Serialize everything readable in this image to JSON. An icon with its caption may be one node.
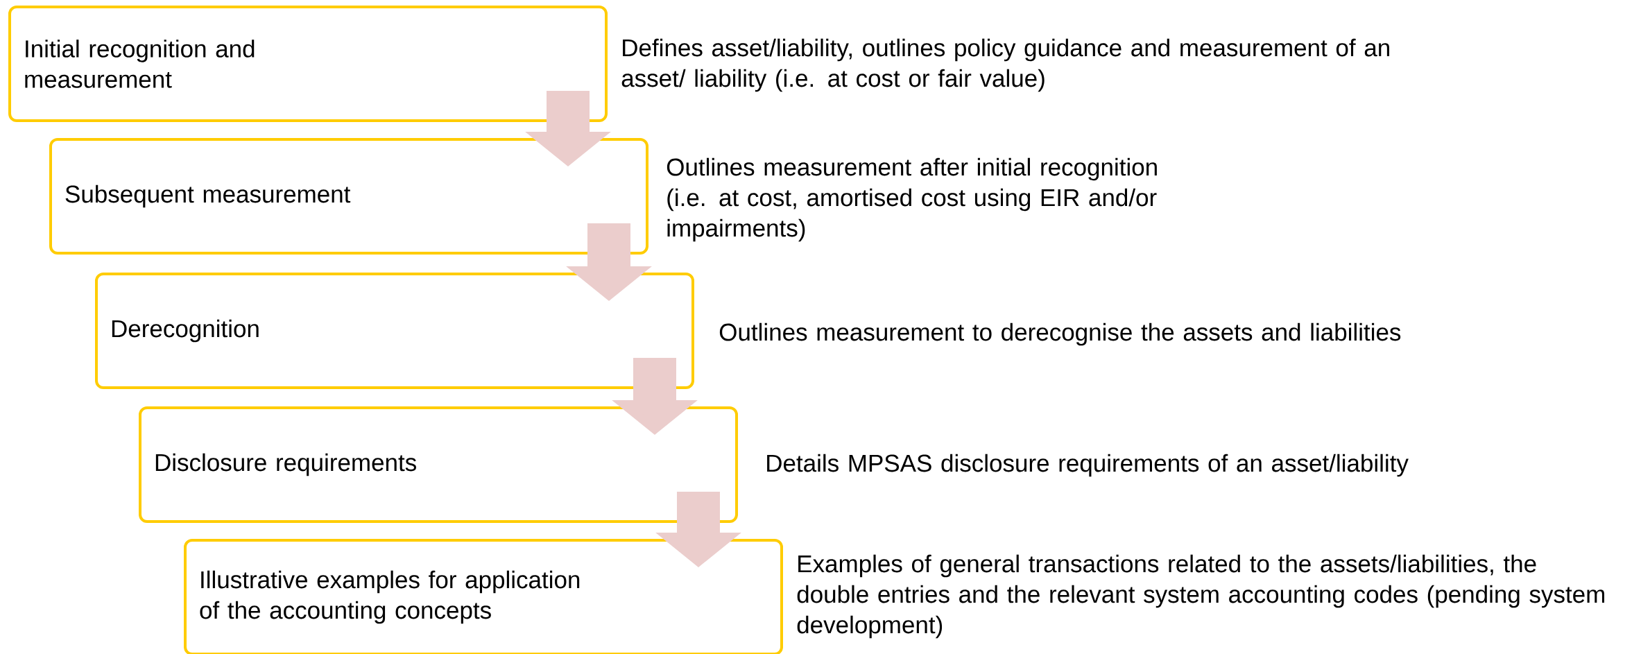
{
  "diagram": {
    "nodes": [
      {
        "text": [
          "Initial recognition and measurement"
        ],
        "beside": [
          "Defines asset/liability, outlines policy guidance and measurement of an asset/ liability  (i.e. at cost or fair value)"
        ]
      },
      {
        "text": [
          "Subsequent measurement"
        ],
        "beside": [
          "Outlines measurement after initial recognition (i.e. at cost, amortised cost using EIR and/or impairments)"
        ]
      },
      {
        "text": [
          "Derecognition"
        ],
        "beside": [
          "Outlines measurement to derecognise the assets and liabilities"
        ]
      },
      {
        "text": [
          "Disclosure requirements"
        ],
        "beside": [
          "Details MPSAS disclosure requirements of an asset/liability"
        ]
      },
      {
        "text": [
          "Illustrative examples for application of the accounting concepts"
        ],
        "beside": [
          "Examples of general transactions related to the assets/liabilities, the double entries and the relevant system accounting codes (pending system development)"
        ]
      }
    ],
    "edges": [
      {
        "from": 0,
        "to": 1,
        "arrow": "to"
      },
      {
        "from": 1,
        "to": 2,
        "arrow": "to"
      },
      {
        "from": 2,
        "to": 3,
        "arrow": "to"
      },
      {
        "from": 3,
        "to": 4,
        "arrow": "to"
      }
    ]
  }
}
